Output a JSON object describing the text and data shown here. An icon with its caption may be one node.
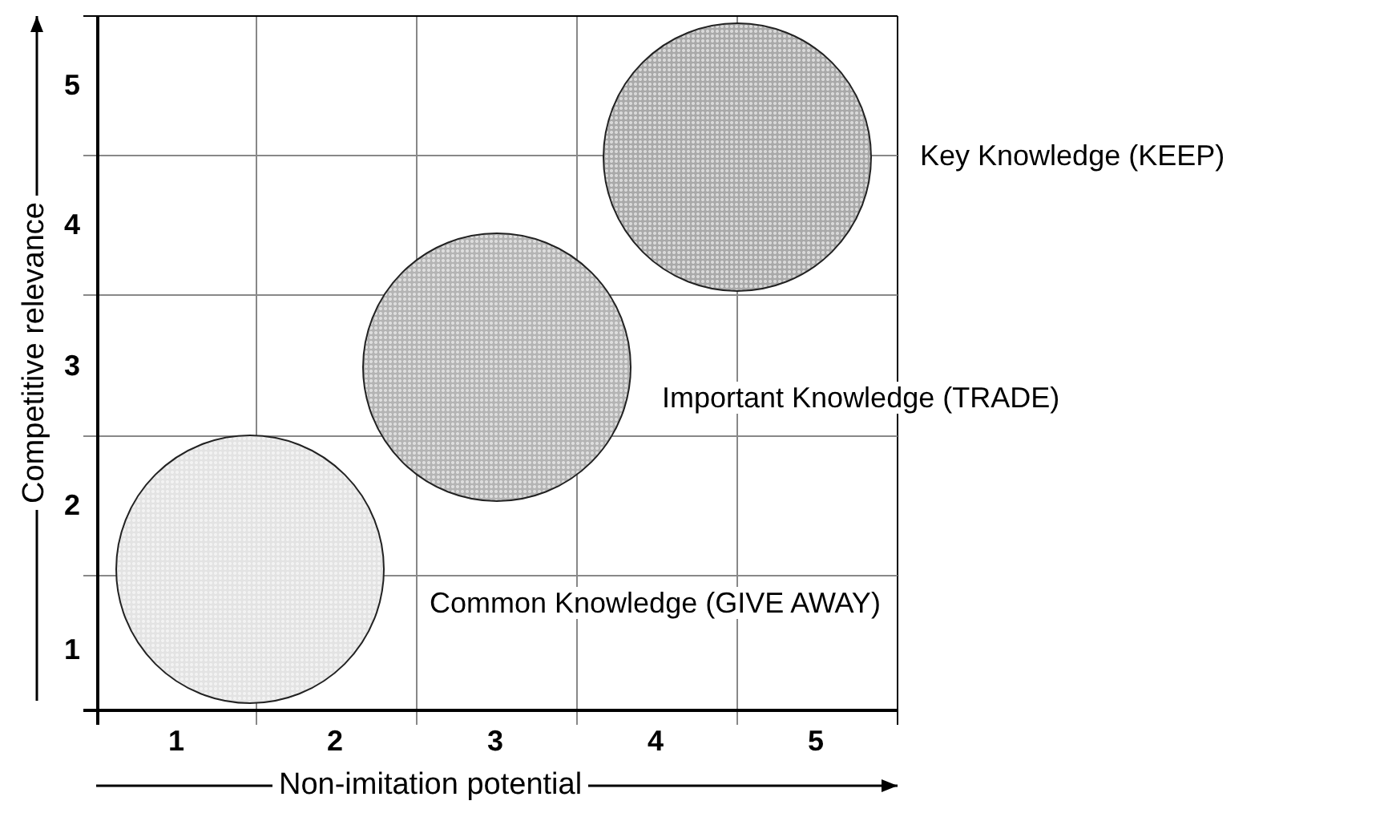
{
  "diagram": {
    "nodes": [
      {
        "text": [],
        "shape": "circle",
        "beside": [
          "Key Knowledge (KEEP)"
        ]
      },
      {
        "text": [],
        "shape": "circle",
        "beside": [
          "Important Knowledge (TRADE)"
        ]
      },
      {
        "text": [],
        "shape": "circle",
        "beside": [
          "Common Knowledge (GIVE AWAY)"
        ]
      }
    ],
    "edges": [],
    "labels": [
      "Competitive relevance",
      "5",
      "4",
      "3",
      "2",
      "1",
      "1",
      "2",
      "3",
      "4",
      "5",
      "Non-imitation potential"
    ]
  }
}
